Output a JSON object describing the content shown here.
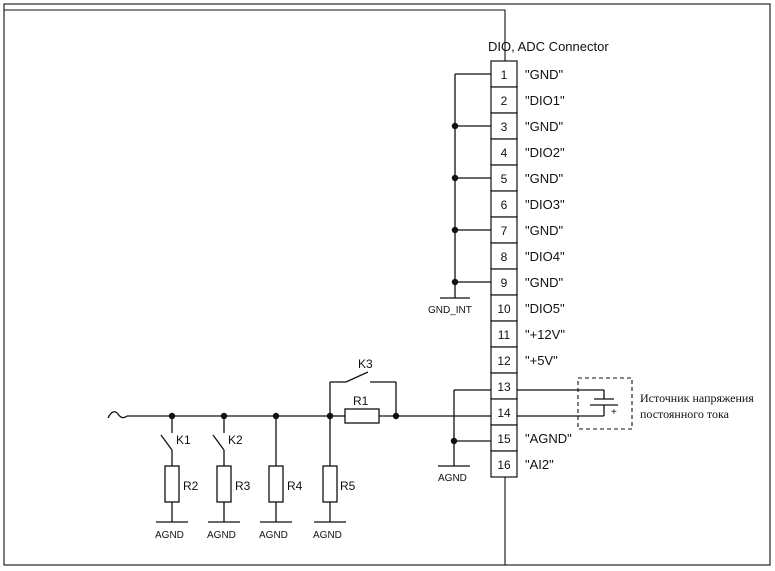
{
  "connector": {
    "title": "DIO, ADC Connector",
    "pins": [
      {
        "num": "1",
        "label": "\"GND\""
      },
      {
        "num": "2",
        "label": "\"DIO1\""
      },
      {
        "num": "3",
        "label": "\"GND\""
      },
      {
        "num": "4",
        "label": "\"DIO2\""
      },
      {
        "num": "5",
        "label": "\"GND\""
      },
      {
        "num": "6",
        "label": "\"DIO3\""
      },
      {
        "num": "7",
        "label": "\"GND\""
      },
      {
        "num": "8",
        "label": "\"DIO4\""
      },
      {
        "num": "9",
        "label": "\"GND\""
      },
      {
        "num": "10",
        "label": "\"DIO5\""
      },
      {
        "num": "11",
        "label": "\"+12V\""
      },
      {
        "num": "12",
        "label": "\"+5V\""
      },
      {
        "num": "13",
        "label": ""
      },
      {
        "num": "14",
        "label": ""
      },
      {
        "num": "15",
        "label": "\"AGND\""
      },
      {
        "num": "16",
        "label": "\"AI2\""
      }
    ]
  },
  "grounds": {
    "gnd_int": "GND_INT",
    "agnd": "AGND"
  },
  "components": {
    "r1": "R1",
    "r2": "R2",
    "r3": "R3",
    "r4": "R4",
    "r5": "R5",
    "k1": "K1",
    "k2": "K2",
    "k3": "K3"
  },
  "source": {
    "line1": "Источник напряжения",
    "line2": "постоянного тока",
    "plus": "+"
  }
}
